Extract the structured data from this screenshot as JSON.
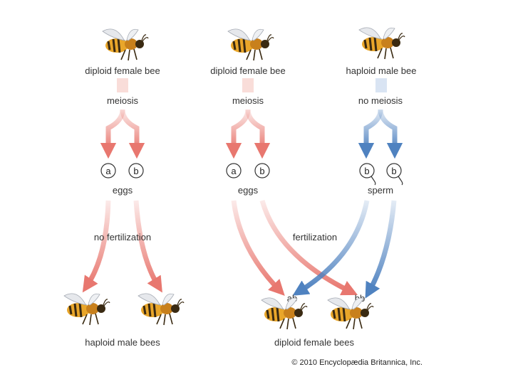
{
  "colors": {
    "red": "#e8776f",
    "red_light": "#f6cfc9",
    "blue": "#4f82c0",
    "blue_light": "#c9d9ee",
    "text": "#333333",
    "bee_body": "#e9a62a",
    "bee_stripe": "#3a2a12",
    "wing": "#e6e8ec"
  },
  "labels": {
    "parent_female_1": "diploid female bee",
    "parent_female_2": "diploid female bee",
    "parent_male": "haploid male bee",
    "meiosis_1": "meiosis",
    "meiosis_2": "meiosis",
    "no_meiosis": "no meiosis",
    "eggs_1": "eggs",
    "eggs_2": "eggs",
    "sperm": "sperm",
    "no_fertilization": "no fertilization",
    "fertilization": "fertilization",
    "offspring_ab": "ab",
    "offspring_bb": "bb",
    "haploid_males": "haploid male bees",
    "diploid_females": "diploid female bees",
    "copyright": "© 2010 Encyclopædia Britannica, Inc."
  },
  "gametes": {
    "egg_left_a": "a",
    "egg_left_b": "b",
    "egg_mid_a": "a",
    "egg_mid_b": "b",
    "sperm_b1": "b",
    "sperm_b2": "b"
  },
  "icons": {
    "bee": "bee-icon",
    "egg": "egg-circle-icon",
    "sperm": "sperm-icon"
  }
}
